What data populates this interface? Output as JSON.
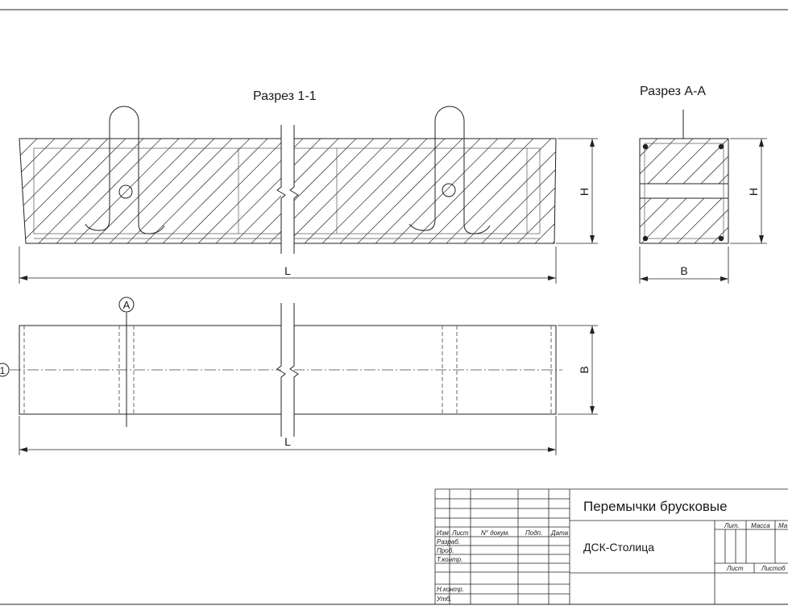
{
  "section_1_1_title": "Разрез 1-1",
  "section_a_a_title": "Разрез А-А",
  "dims": {
    "length": "L",
    "height": "H",
    "width": "B",
    "height_aa": "H",
    "width_aa": "B",
    "width_plan": "B",
    "length_plan": "L"
  },
  "markers": {
    "section_a": "А",
    "section_1": "1"
  },
  "title_block": {
    "product_name": "Перемычки брусковые",
    "organization": "ДСК-Столица",
    "col_headers": {
      "izm": "Изм",
      "list": "Лист",
      "doc_no": "N° докум.",
      "sign": "Подп.",
      "date": "Дата"
    },
    "roles": {
      "developer": "Разраб.",
      "checked": "Проб.",
      "t_control": "Т.контр.",
      "n_control": "Н.контр.",
      "approved": "Утб."
    },
    "stage_headers": {
      "lit": "Лит.",
      "mass": "Масса",
      "scale": "Ма"
    },
    "sheet_headers": {
      "sheet": "Лист",
      "sheets": "Листоб"
    }
  }
}
